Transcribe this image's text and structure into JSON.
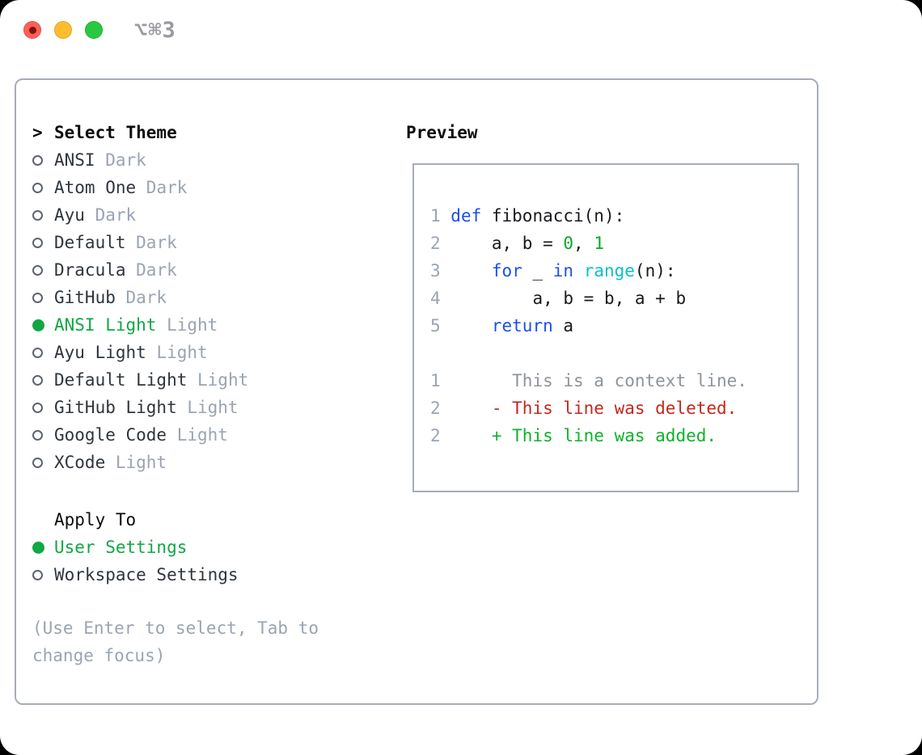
{
  "window": {
    "title": "⌥⌘3",
    "traffic_lights": [
      {
        "name": "close",
        "color": "#ff5f57"
      },
      {
        "name": "minimize",
        "color": "#febc2e"
      },
      {
        "name": "zoom",
        "color": "#28c840"
      }
    ]
  },
  "colors": {
    "accent_green": "#0fa843",
    "keyword_blue": "#1b4fe8",
    "builtin_cyan": "#0bbfcb",
    "number_green": "#0da52c",
    "deleted_red": "#c3281c",
    "added_green": "#0db32a",
    "muted_gray": "#9aa4b2",
    "border_gray": "#a6adb7"
  },
  "theme_panel": {
    "header": {
      "cursor": ">",
      "label": "Select Theme"
    },
    "themes": [
      {
        "name": "ANSI",
        "variant": "Dark",
        "selected": false
      },
      {
        "name": "Atom One",
        "variant": "Dark",
        "selected": false
      },
      {
        "name": "Ayu",
        "variant": "Dark",
        "selected": false
      },
      {
        "name": "Default",
        "variant": "Dark",
        "selected": false
      },
      {
        "name": "Dracula",
        "variant": "Dark",
        "selected": false
      },
      {
        "name": "GitHub",
        "variant": "Dark",
        "selected": false
      },
      {
        "name": "ANSI Light",
        "variant": "Light",
        "selected": true
      },
      {
        "name": "Ayu Light",
        "variant": "Light",
        "selected": false
      },
      {
        "name": "Default Light",
        "variant": "Light",
        "selected": false
      },
      {
        "name": "GitHub Light",
        "variant": "Light",
        "selected": false
      },
      {
        "name": "Google Code",
        "variant": "Light",
        "selected": false
      },
      {
        "name": "XCode",
        "variant": "Light",
        "selected": false
      }
    ],
    "apply_to": {
      "label": "Apply To",
      "options": [
        {
          "name": "User Settings",
          "selected": true
        },
        {
          "name": "Workspace Settings",
          "selected": false
        }
      ]
    },
    "hint": "(Use Enter to select, Tab to change focus)"
  },
  "preview": {
    "label": "Preview",
    "lines": [
      {
        "num": "1",
        "tokens": [
          {
            "t": "def",
            "c": "kw"
          },
          {
            "t": " fibonacci(n):",
            "c": "plain"
          }
        ]
      },
      {
        "num": "2",
        "tokens": [
          {
            "t": "    a, b = ",
            "c": "plain"
          },
          {
            "t": "0",
            "c": "num"
          },
          {
            "t": ", ",
            "c": "plain"
          },
          {
            "t": "1",
            "c": "num"
          }
        ]
      },
      {
        "num": "3",
        "tokens": [
          {
            "t": "    ",
            "c": "plain"
          },
          {
            "t": "for",
            "c": "kw"
          },
          {
            "t": " _ ",
            "c": "plain"
          },
          {
            "t": "in",
            "c": "kw"
          },
          {
            "t": " ",
            "c": "plain"
          },
          {
            "t": "range",
            "c": "builtin"
          },
          {
            "t": "(n):",
            "c": "plain"
          }
        ]
      },
      {
        "num": "4",
        "tokens": [
          {
            "t": "        a, b = b, a + b",
            "c": "plain"
          }
        ]
      },
      {
        "num": "5",
        "tokens": [
          {
            "t": "    ",
            "c": "plain"
          },
          {
            "t": "return",
            "c": "kw"
          },
          {
            "t": " a",
            "c": "plain"
          }
        ]
      },
      {
        "blank": true
      },
      {
        "num": "1",
        "tokens": [
          {
            "t": "      This is a context line.",
            "c": "ctx"
          }
        ]
      },
      {
        "num": "2",
        "tokens": [
          {
            "t": "    ",
            "c": "plain"
          },
          {
            "t": "- This line was deleted.",
            "c": "del"
          }
        ]
      },
      {
        "num": "2",
        "tokens": [
          {
            "t": "    ",
            "c": "plain"
          },
          {
            "t": "+ This line was added.",
            "c": "add"
          }
        ]
      }
    ]
  }
}
